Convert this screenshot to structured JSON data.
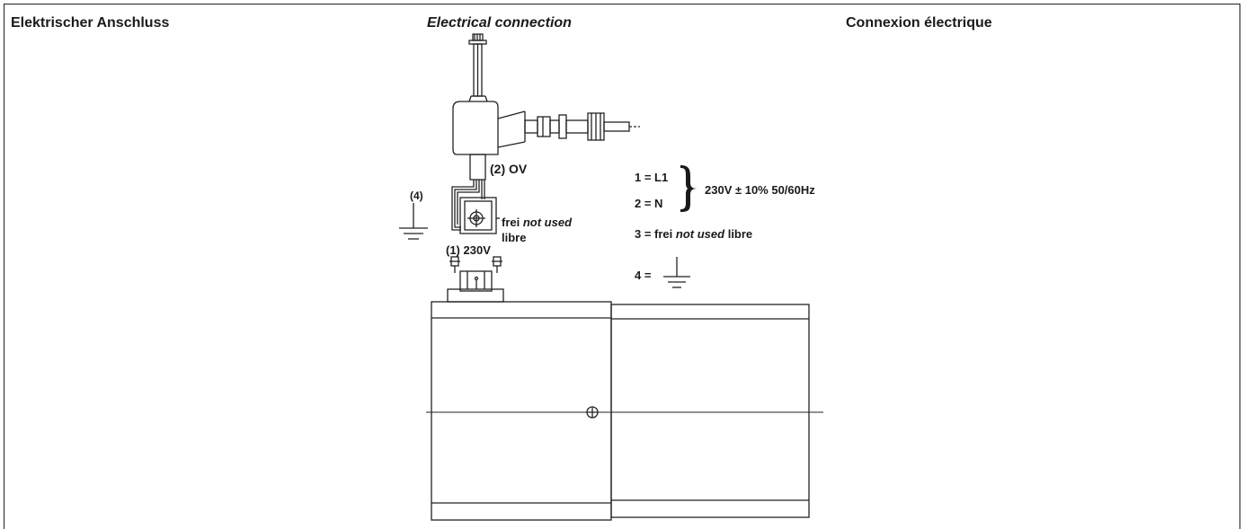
{
  "headers": {
    "german": "Elektrischer Anschluss",
    "english": "Electrical connection",
    "french": "Connexion électrique"
  },
  "diagram": {
    "label_2": "(2) OV",
    "label_4": "(4)",
    "label_1": "(1) 230V",
    "free_frei": "frei",
    "free_not_used": "not used",
    "free_libre": "libre"
  },
  "legend": {
    "row1": "1 = L1",
    "row2": "2 = N",
    "supply": "230V ± 10% 50/60Hz",
    "row3_a": "3 = frei",
    "row3_b": "not used",
    "row3_c": "libre",
    "row4": "4 ="
  }
}
